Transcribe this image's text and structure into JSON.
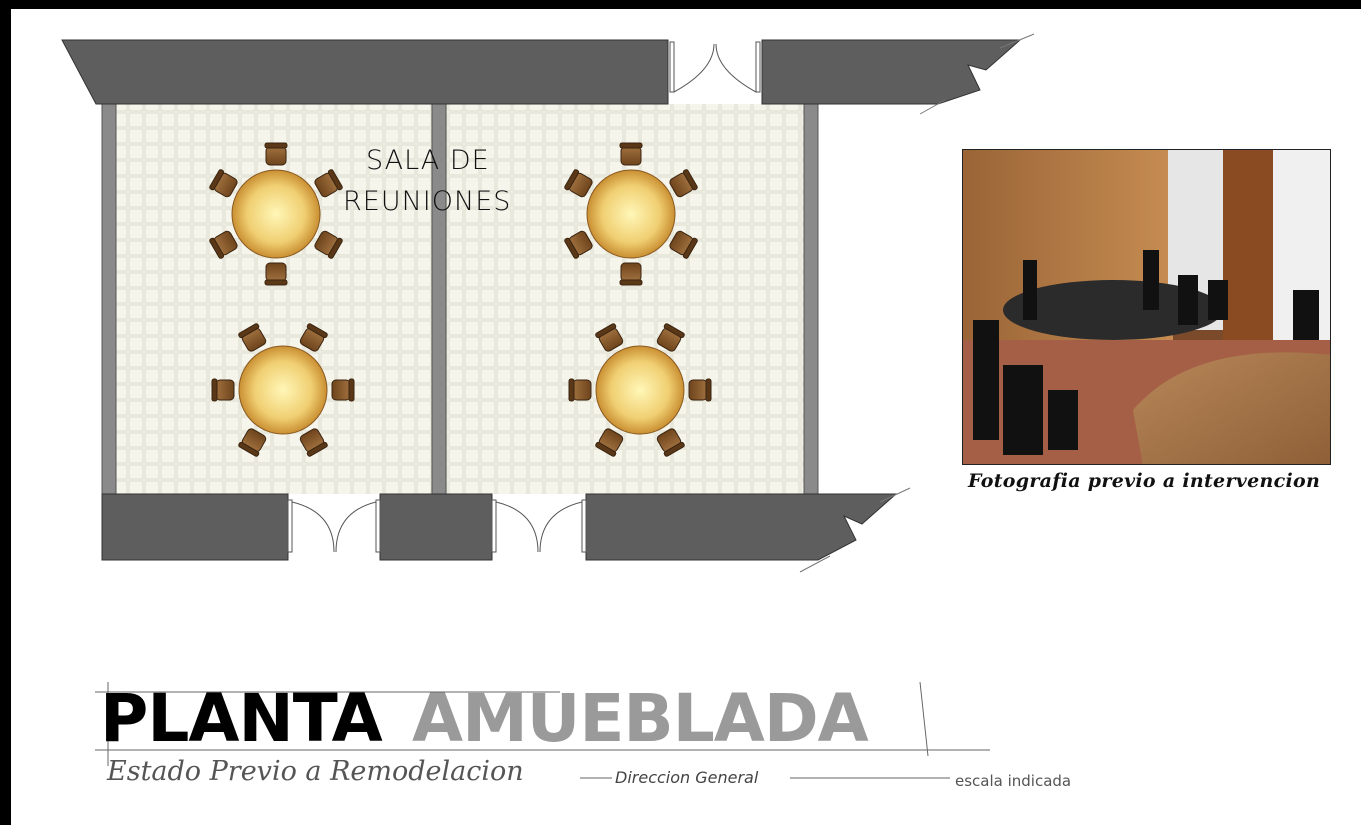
{
  "room": {
    "line1": "SALA DE",
    "line2": "REUNIONES"
  },
  "photo": {
    "caption": "Fotografia previo a intervencion"
  },
  "title": {
    "part1": "PLANTA",
    "part2": "AMUEBLADA",
    "subtitle": "Estado Previo a Remodelacion",
    "department": "Direccion General",
    "scale": "escala indicada"
  },
  "colors": {
    "wall": "#5e5e5e",
    "floor": "#f4f3ea",
    "table_center": "#fff7b8",
    "table_edge": "#d49a3c",
    "chair": "#8a5a2b",
    "accent_gray": "#9a9a9a"
  }
}
